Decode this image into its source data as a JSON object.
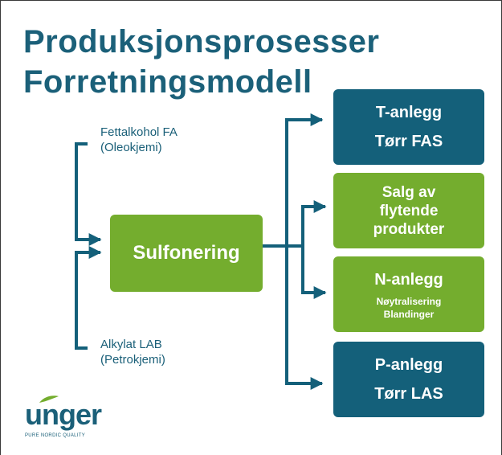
{
  "title": {
    "line1": "Produksjonsprosesser",
    "line2": "Forretningsmodell"
  },
  "inputs": {
    "top": {
      "line1": "Fettalkohol FA",
      "line2": "(Oleokjemi)"
    },
    "bottom": {
      "line1": "Alkylat LAB",
      "line2": "(Petrokjemi)"
    }
  },
  "center": {
    "label": "Sulfonering"
  },
  "outputs": {
    "t_anlegg": {
      "line1": "T-anlegg",
      "line2": "Tørr FAS"
    },
    "salg": {
      "line1": "Salg av",
      "line2": "flytende",
      "line3": "produkter"
    },
    "n_anlegg": {
      "line1": "N-anlegg",
      "line2": "Nøytralisering",
      "line3": "Blandinger"
    },
    "p_anlegg": {
      "line1": "P-anlegg",
      "line2": "Tørr LAS"
    }
  },
  "logo": {
    "word": "unger",
    "tagline": "PURE NORDIC QUALITY"
  },
  "colors": {
    "teal": "#14607a",
    "green": "#74ad2e",
    "title": "#1b6079"
  }
}
